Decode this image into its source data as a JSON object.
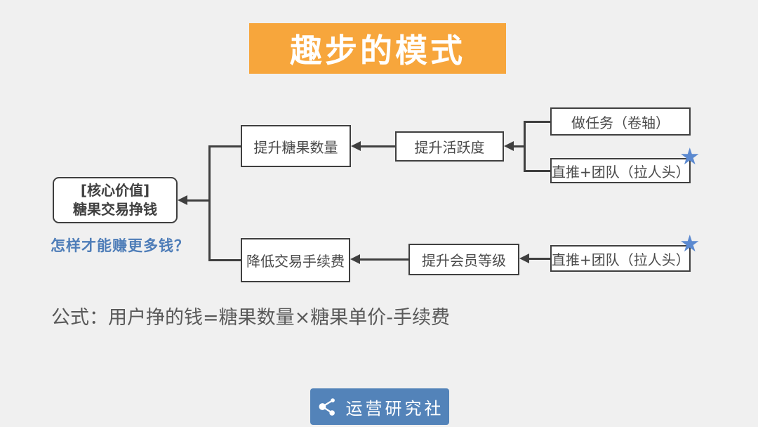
{
  "page": {
    "background_color": "#f0f0f0"
  },
  "title": {
    "text": "趣步的模式",
    "bg_color": "#f7a63c",
    "text_color": "#ffffff"
  },
  "diagram": {
    "core_box": {
      "line1": "[核心价值]",
      "line2": "糖果交易挣钱"
    },
    "question_text": "怎样才能赚更多钱？",
    "question_color": "#4e7db8",
    "boxes": {
      "candy_qty": "提升糖果数量",
      "activity": "提升活跃度",
      "task": "做任务（卷轴）",
      "referral_top": "直推+团队（拉人头）",
      "fee": "降低交易手续费",
      "member": "提升会员等级",
      "referral_bottom": "直推+团队（拉人头）"
    },
    "star_glyph": "★",
    "star_color": "#5b89d0",
    "line_color": "#3f3f3f"
  },
  "formula_text": "公式：用户挣的钱=糖果数量×糖果单价-手续费",
  "footer": {
    "logo_text": "运营研究社",
    "bg_color": "#5383b9",
    "icon": "share-icon"
  }
}
